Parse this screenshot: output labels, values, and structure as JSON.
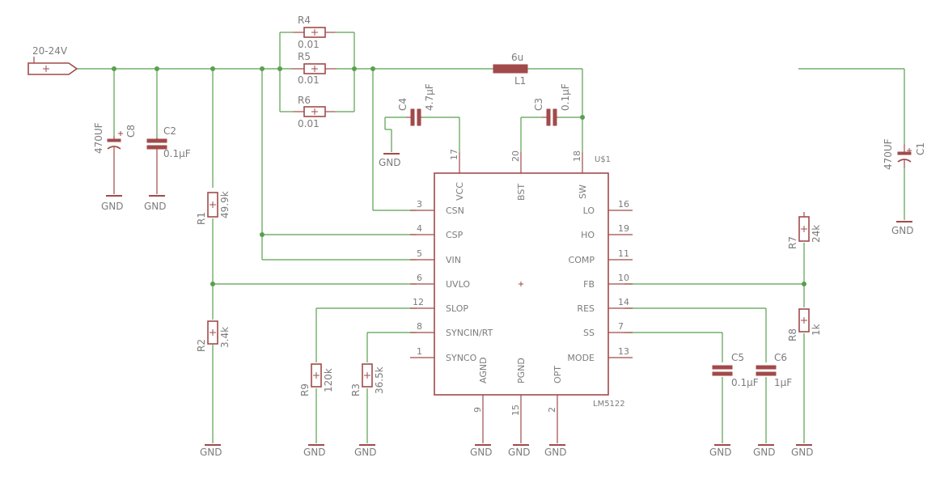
{
  "input": {
    "label": "20-24V"
  },
  "gnd": "GND",
  "parts": {
    "R4": {
      "name": "R4",
      "value": "0.01"
    },
    "R5": {
      "name": "R5",
      "value": "0.01"
    },
    "R6": {
      "name": "R6",
      "value": "0.01"
    },
    "L1": {
      "name": "L1",
      "value": "6u"
    },
    "C8": {
      "name": "C8",
      "value": "470UF"
    },
    "C2": {
      "name": "C2",
      "value": "0.1µF"
    },
    "C4": {
      "name": "C4",
      "value": "4.7µF"
    },
    "C3": {
      "name": "C3",
      "value": "0.1µF"
    },
    "C1": {
      "name": "C1",
      "value": "470UF"
    },
    "R1": {
      "name": "R1",
      "value": "49.9k"
    },
    "R2": {
      "name": "R2",
      "value": "3.4k"
    },
    "R9": {
      "name": "R9",
      "value": "120k"
    },
    "R3": {
      "name": "R3",
      "value": "36.5k"
    },
    "R7": {
      "name": "R7",
      "value": "24k"
    },
    "R8": {
      "name": "R8",
      "value": "1k"
    },
    "C5": {
      "name": "C5",
      "value": "0.1µF"
    },
    "C6": {
      "name": "C6",
      "value": "1µF"
    }
  },
  "ic": {
    "name": "U$1",
    "value": "LM5122",
    "left_pins": [
      {
        "num": "3",
        "label": "CSN"
      },
      {
        "num": "4",
        "label": "CSP"
      },
      {
        "num": "5",
        "label": "VIN"
      },
      {
        "num": "6",
        "label": "UVLO"
      },
      {
        "num": "12",
        "label": "SLOP"
      },
      {
        "num": "8",
        "label": "SYNCIN/RT"
      },
      {
        "num": "1",
        "label": "SYNCO"
      }
    ],
    "right_pins": [
      {
        "num": "16",
        "label": "LO"
      },
      {
        "num": "19",
        "label": "HO"
      },
      {
        "num": "11",
        "label": "COMP"
      },
      {
        "num": "10",
        "label": "FB"
      },
      {
        "num": "14",
        "label": "RES"
      },
      {
        "num": "7",
        "label": "SS"
      },
      {
        "num": "13",
        "label": "MODE"
      }
    ],
    "top_pins": [
      {
        "num": "17",
        "label": "VCC"
      },
      {
        "num": "20",
        "label": "BST"
      },
      {
        "num": "18",
        "label": "SW"
      }
    ],
    "bottom_pins": [
      {
        "num": "9",
        "label": "AGND"
      },
      {
        "num": "15",
        "label": "PGND"
      },
      {
        "num": "2",
        "label": "OPT"
      }
    ]
  }
}
